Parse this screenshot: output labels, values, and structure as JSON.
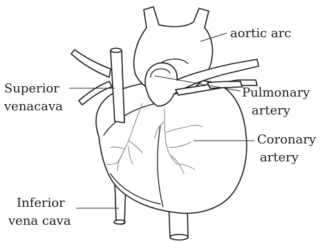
{
  "labels": {
    "aortic_arc": "aortic arc",
    "superior_vena_cava": [
      "Superior",
      "venacava"
    ],
    "pulmonary_artery": [
      "Pulmonary",
      "artery"
    ],
    "coronary_artery": [
      "Coronary",
      "artery"
    ],
    "inferior_vena_cava": [
      "Inferior",
      "vena cava"
    ]
  }
}
